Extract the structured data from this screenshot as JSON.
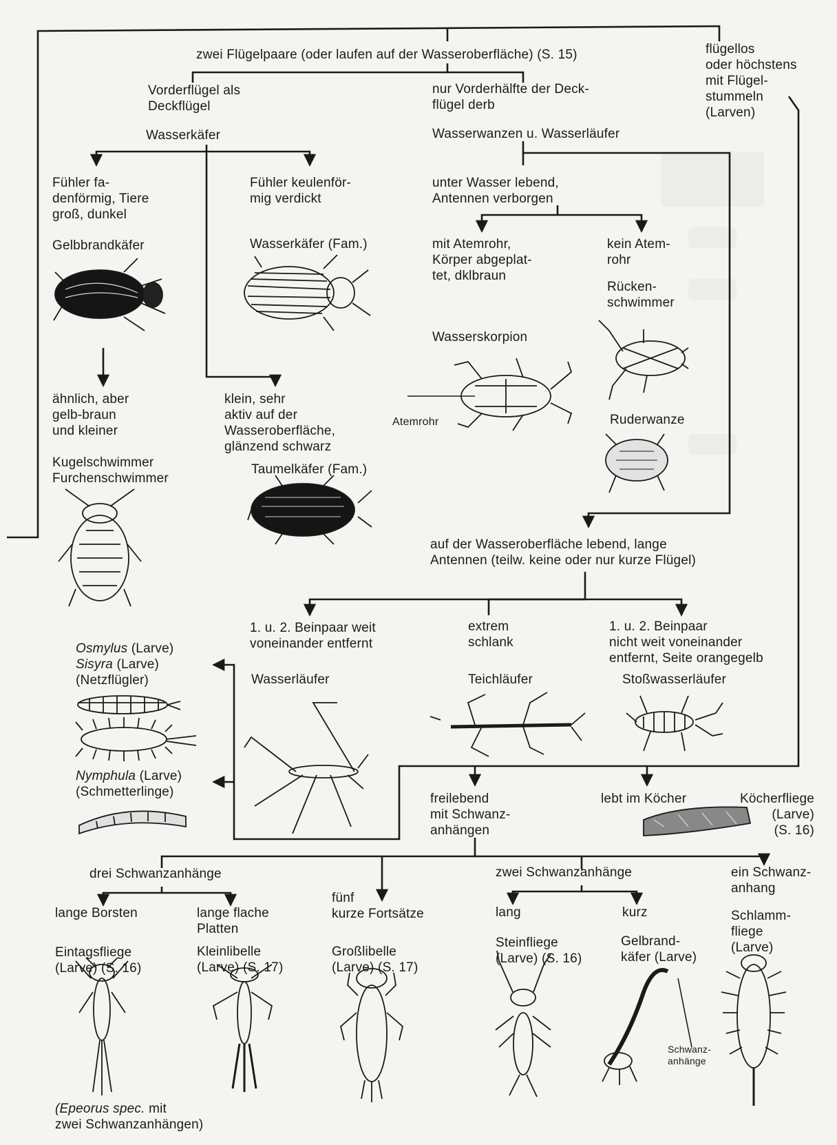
{
  "labels": {
    "root": "zwei Flügelpaare (oder laufen auf der Wasseroberfläche) (S. 15)",
    "wingless": "flügellos\noder höchstens\nmit Flügel-\nstummeln\n(Larven)",
    "elytra": "Vorderflügel als\nDeckflügel",
    "half_elytra": "nur Vorderhälfte der Deck-\nflügel derb",
    "water_beetles": "Wasserkäfer",
    "bugs_striders": "Wasserwanzen u. Wasserläufer",
    "thread_antennae": "Fühler fa-\ndenförmig, Tiere\ngroß, dunkel",
    "club_antennae": "Fühler keulenför-\nmig verdickt",
    "underwater": "unter Wasser lebend,\nAntennen verborgen",
    "gelbrand": "Gelbbrandkäfer",
    "wasserkaefer_fam": "Wasserkäfer (Fam.)",
    "with_breathing_tube": "mit Atemrohr,\nKörper abgeplat-\ntet, dklbraun",
    "no_breathing_tube": "kein Atem-\nrohr",
    "backswimmer": "Rücken-\nschwimmer",
    "water_scorpion": "Wasserskorpion",
    "atemrohr": "Atemrohr",
    "similar": "ähnlich, aber\ngelb-braun\nund kleiner",
    "small_active": "klein, sehr\naktiv auf der\nWasseroberfläche,\nglänzend schwarz",
    "ruderwanze": "Ruderwanze",
    "kugelschwimmer": "Kugelschwimmer\nFurchenschwimmer",
    "taumelkaefer": "Taumelkäfer (Fam.)",
    "surface_living": "auf der Wasseroberfläche lebend, lange\nAntennen (teilw. keine oder nur kurze Flügel)",
    "legs_far": "1. u. 2. Beinpaar weit\nvoneinander entfernt",
    "extreme_slender": "extrem\nschlank",
    "legs_near": "1. u. 2. Beinpaar\nnicht weit voneinander\nentfernt, Seite orangegelb",
    "osmylus_it": "Osmylus",
    "osmylus_rest": " (Larve)",
    "sisyra_it": "Sisyra",
    "sisyra_rest": " (Larve)",
    "netzfluegler": "(Netzflügler)",
    "wasserlaeufer": "Wasserläufer",
    "teichlaeufer": "Teichläufer",
    "stosswasserlaeufer": "Stoßwasserläufer",
    "nymphula_it": "Nymphula",
    "nymphula_rest": " (Larve)",
    "schmetterlinge": "(Schmetterlinge)",
    "free_living": "freilebend\nmit Schwanz-\nanhängen",
    "in_case": "lebt im Köcher",
    "caddisfly": "Köcherfliege\n(Larve)\n(S. 16)",
    "three_tails": "drei Schwanzanhänge",
    "two_tails": "zwei Schwanzanhänge",
    "one_tail": "ein Schwanz-\nanhang",
    "long_bristles": "lange Borsten",
    "long_flat_plates": "lange flache\nPlatten",
    "five_short": "fünf\nkurze Fortsätze",
    "long": "lang",
    "short": "kurz",
    "alderfly": "Schlamm-\nfliege\n(Larve)",
    "mayfly": "Eintagsfliege\n(Larve) (S. 16)",
    "damselfly": "Kleinlibelle\n(Larve) (S. 17)",
    "dragonfly": "Großlibelle\n(Larve) (S. 17)",
    "stonefly": "Steinfliege\n(Larve) (S. 16)",
    "gelbrand_larva": "Gelbrand-\nkäfer (Larve)",
    "schwanzanhaenge": "Schwanz-\nanhänge",
    "epeorus_it": "(Epeorus spec.",
    "epeorus_rest": " mit\nzwei Schwanzanhängen)"
  },
  "colors": {
    "ink": "#1a1a1a",
    "paper": "#f4f4f1",
    "ghost": "#e4e4e0"
  }
}
